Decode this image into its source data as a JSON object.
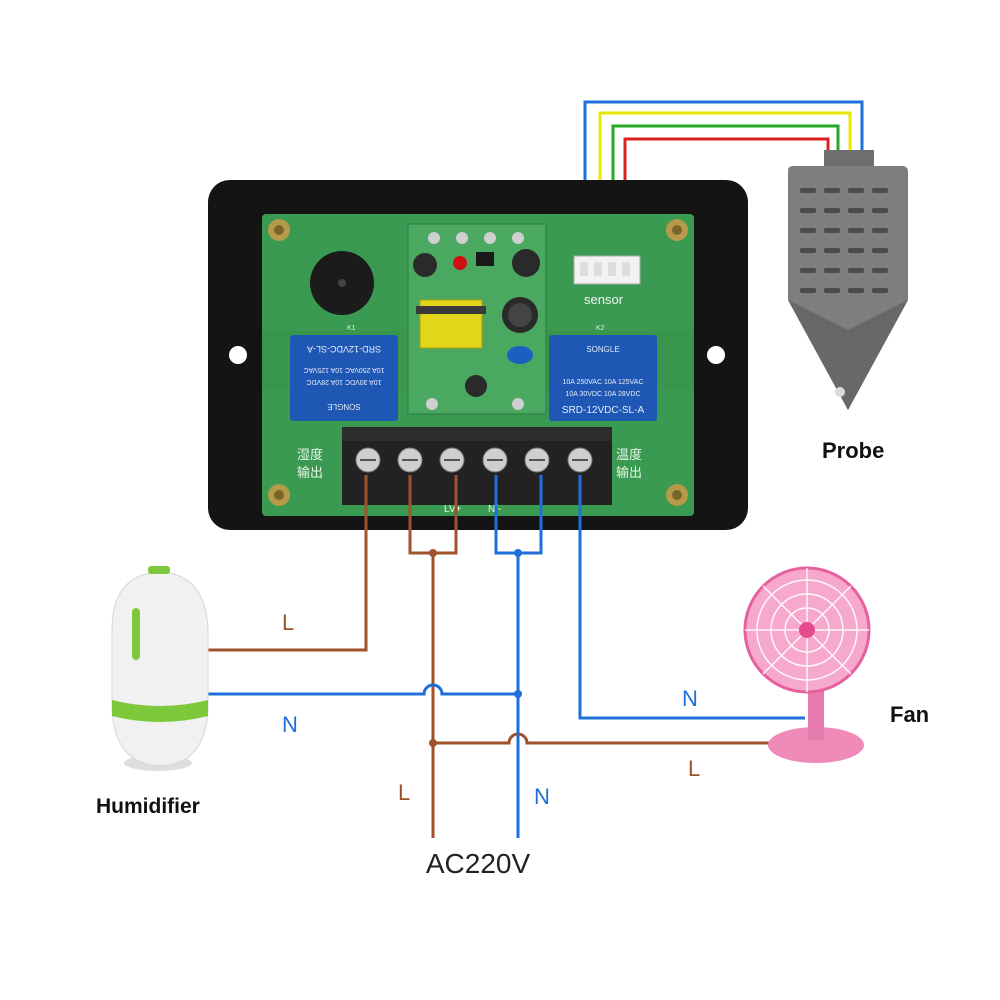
{
  "labels": {
    "probe": "Probe",
    "humidifier": "Humidifier",
    "fan": "Fan",
    "power": "AC220V",
    "sensor": "sensor",
    "wire_L": "L",
    "wire_N": "N",
    "lv": "LV+",
    "nv": "N/-"
  },
  "relay_left": {
    "model": "SRD-12VDC-SL-A",
    "brand": "SONGLE",
    "rating1": "10A 250VAC 10A 125VAC",
    "rating2": "10A 30VDC 10A 28VDC"
  },
  "relay_right": {
    "model": "SRD-12VDC-SL-A",
    "brand": "SONGLE",
    "rating1": "10A 250VAC 10A 125VAC",
    "rating2": "10A 30VDC 10A 28VDC"
  },
  "board": {
    "label_left_1": "湿度",
    "label_left_2": "输出",
    "label_right_1": "温度",
    "label_right_2": "输出",
    "k1": "K1",
    "k2": "K2"
  },
  "colors": {
    "brown": "#a0522d",
    "blue": "#1e6fd9",
    "yellow": "#e8e800",
    "green": "#22aa22",
    "red": "#dd2222",
    "pcb": "#3a9a52",
    "relay": "#1f57b5"
  }
}
